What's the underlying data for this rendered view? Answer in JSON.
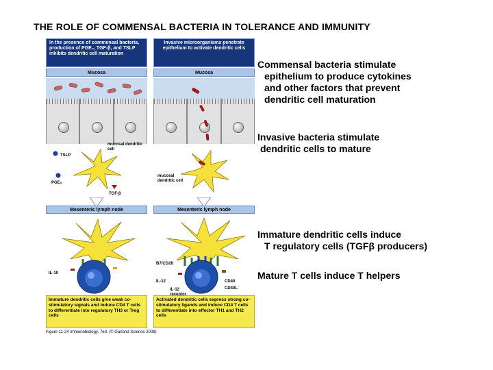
{
  "title": "THE ROLE OF COMMENSAL BACTERIA IN TOLERANCE AND IMMUNITY",
  "figure": {
    "left": {
      "header": "In the presence of commensal bacteria, production of PGE₂, TGF-β, and TSLP inhibits dendritic cell maturation",
      "mucosa": "Mucosa",
      "labels": {
        "tslp": "TSLP",
        "pge2": "PGE₂",
        "tgfb": "TGF-β",
        "dc": "mucosal dendritic cell",
        "il10": "IL-10"
      },
      "node": "Mesenteric lymph node",
      "footer": "Immature dendritic cells give weak co-stimulatory signals and induce CD4 T cells to differentiate into regulatory TH3 or Treg cells"
    },
    "right": {
      "header": "Invasive microorganisms penetrate epithelium to activate dendritic cells",
      "mucosa": "Mucosa",
      "labels": {
        "dc": "mucosal dendritic cell",
        "b7": "B7/CD28",
        "il12": "IL-12",
        "il12r": "IL-12 receptor",
        "cd40": "CD40",
        "cd40l": "CD40L"
      },
      "node": "Mesenteric lymph node",
      "footer": "Activated dendritic cells express strong co-stimulatory ligands and induce CD4 T cells to differentiate into effector TH1 and TH2 cells"
    },
    "caption": "Figure 11-24  Immunobiology, 7ed. (© Garland Science 2008)"
  },
  "notes": {
    "n1": [
      "Commensal bacteria stimulate",
      "epithelium to produce cytokines",
      "and other factors that prevent",
      "dendritic cell maturation"
    ],
    "n2": [
      "Invasive bacteria stimulate",
      "dendritic cells to mature"
    ],
    "n3": [
      "Immature dendritic cells induce",
      "T regulatory cells (TGFβ producers)"
    ],
    "n4": [
      "Mature T cells induce T helpers"
    ]
  },
  "colors": {
    "header_blue": "#16357a",
    "band_blue": "#a9c4e6",
    "yellow": "#f5e94d",
    "bacteria_left": "#c56464",
    "bacteria_right": "#a3191c",
    "tcell": "#1f4ea8"
  }
}
